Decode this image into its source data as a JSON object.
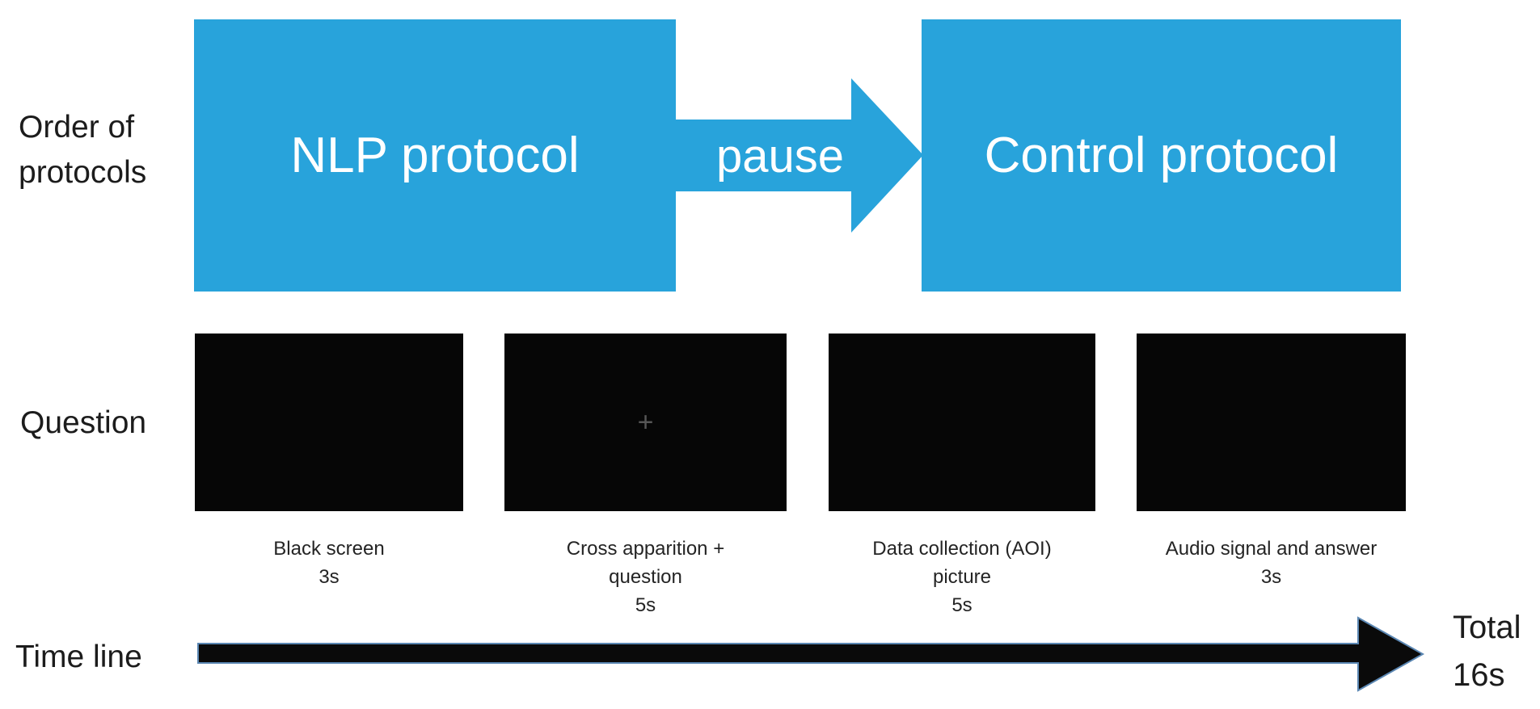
{
  "colors": {
    "accent_blue": "#28a3db",
    "screen_black": "#060606",
    "text_dark": "#1c1c1c",
    "timeline_fill": "#0a0a0a",
    "timeline_outline": "#5b87b3",
    "fixation_cross_gray": "#565656"
  },
  "row_labels": {
    "protocols": "Order of protocols",
    "question": "Question",
    "timeline": "Time line"
  },
  "protocol_row": {
    "first_box": "NLP protocol",
    "connector": "pause",
    "second_box": "Control protocol"
  },
  "question_row": {
    "screens": [
      {
        "caption_lines": [
          "Black screen",
          "3s"
        ]
      },
      {
        "caption_lines": [
          "Cross apparition +",
          "question",
          "5s"
        ],
        "fixation_cross_glyph": "+"
      },
      {
        "caption_lines": [
          "Data collection (AOI)",
          "picture",
          "5s"
        ]
      },
      {
        "caption_lines": [
          "Audio signal and answer",
          "3s"
        ]
      }
    ]
  },
  "timeline_row": {
    "total_label": "Total",
    "total_value": "16s"
  }
}
